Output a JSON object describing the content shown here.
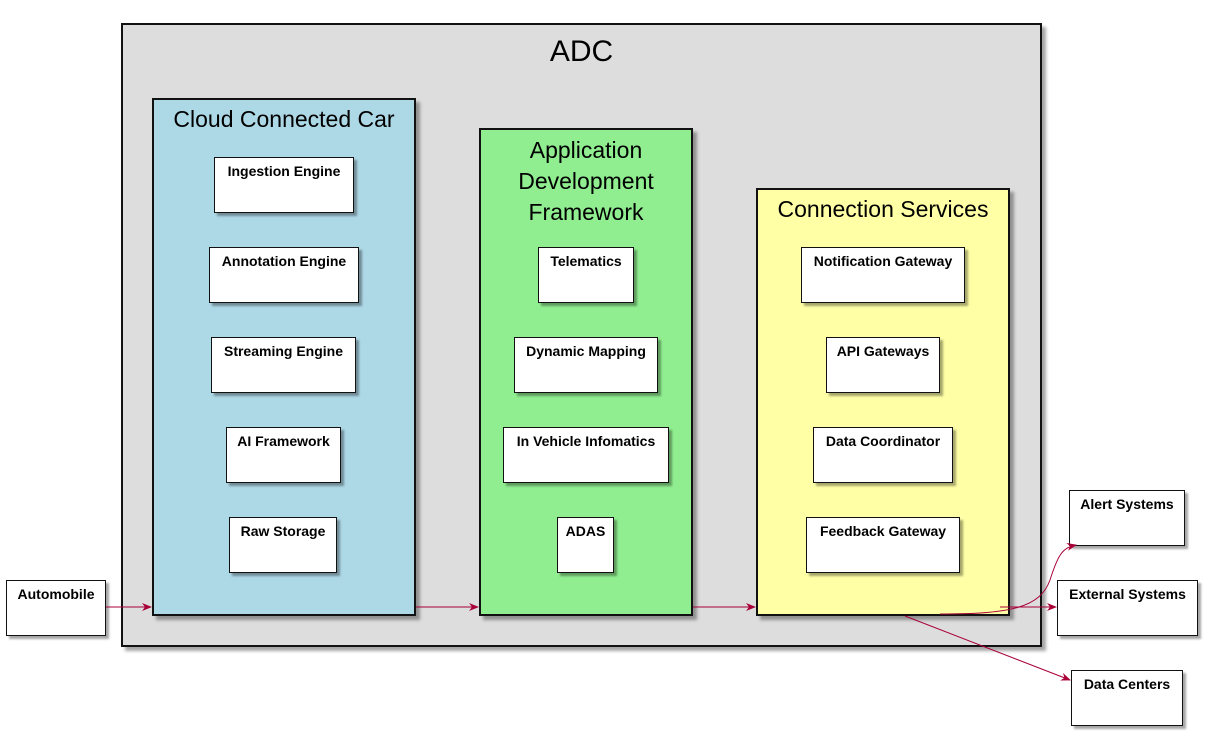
{
  "diagram": {
    "title": "ADC",
    "groups": {
      "cloud": {
        "title": "Cloud Connected Car",
        "nodes": [
          "Ingestion Engine",
          "Annotation Engine",
          "Streaming Engine",
          "AI Framework",
          "Raw Storage"
        ]
      },
      "adf": {
        "title_lines": [
          "Application",
          "Development",
          "Framework"
        ],
        "nodes": [
          "Telematics",
          "Dynamic Mapping",
          "In Vehicle Infomatics",
          "ADAS"
        ]
      },
      "connection": {
        "title": "Connection Services",
        "nodes": [
          "Notification Gateway",
          "API Gateways",
          "Data Coordinator",
          "Feedback Gateway"
        ]
      }
    },
    "external": {
      "automobile": "Automobile",
      "alert": "Alert Systems",
      "external_systems": "External Systems",
      "data_centers": "Data Centers"
    },
    "colors": {
      "outer": "#dddddd",
      "cloud": "#add8e6",
      "adf": "#90ee90",
      "connection": "#ffffa6",
      "arrow": "#a80036"
    }
  }
}
